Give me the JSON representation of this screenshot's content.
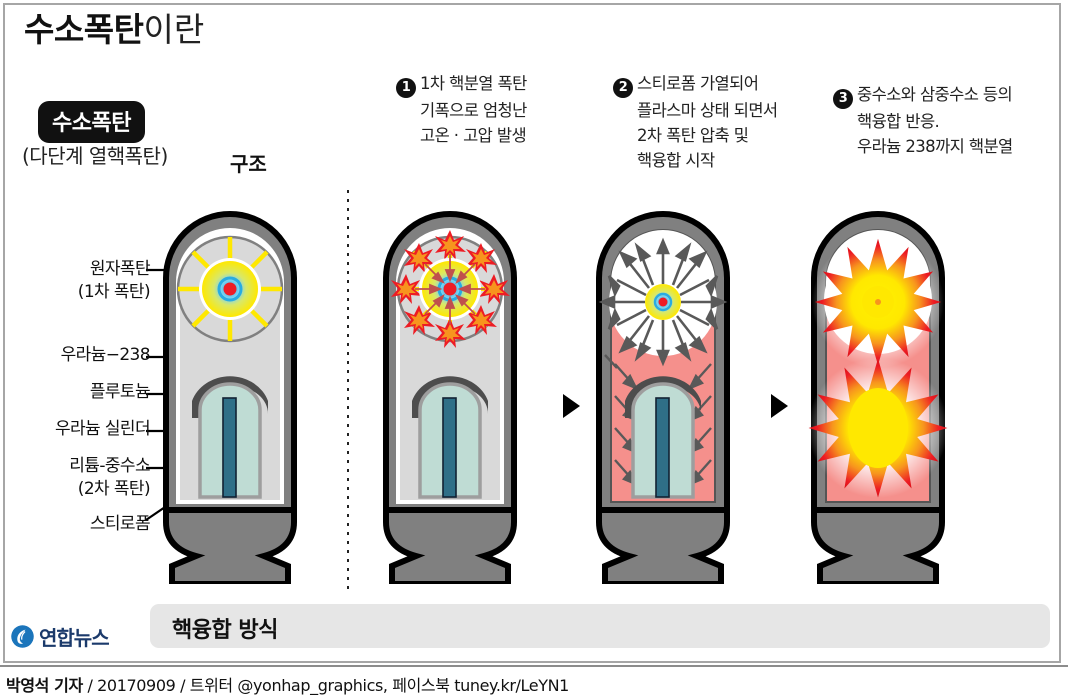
{
  "header": {
    "title_bold": "수소폭탄",
    "title_rest": "이란"
  },
  "legend": {
    "badge": "수소폭탄",
    "subtitle": "(다단계 열핵폭탄)",
    "structure_label": "구조"
  },
  "steps": [
    {
      "number": "1",
      "lines": [
        "1차 핵분열 폭탄",
        "기폭으로 엄청난",
        "고온 · 고압 발생"
      ]
    },
    {
      "number": "2",
      "lines": [
        "스티로폼 가열되어",
        "플라스마 상태 되면서",
        "2차 폭탄 압축 및",
        "핵융합 시작"
      ]
    },
    {
      "number": "3",
      "lines": [
        "중수소와 삼중수소 등의",
        "핵융합 반응.",
        "우라늄 238까지 핵분열"
      ]
    }
  ],
  "callouts": [
    {
      "id": "atomic",
      "lines": [
        "원자폭탄",
        "(1차 폭탄)"
      ]
    },
    {
      "id": "u238",
      "lines": [
        "우라늄−238"
      ]
    },
    {
      "id": "pu",
      "lines": [
        "플루토늄"
      ]
    },
    {
      "id": "ucyl",
      "lines": [
        "우라늄 실린더"
      ]
    },
    {
      "id": "li",
      "lines": [
        "리튬-중수소",
        "(2차 폭탄)"
      ]
    },
    {
      "id": "styro",
      "lines": [
        "스티로폼"
      ]
    }
  ],
  "banner": {
    "label": "핵융합 방식"
  },
  "brand": {
    "name": "연합뉴스"
  },
  "credit": {
    "reporter": "박영석 기자",
    "rest": " / 20170909 / 트위터 @yonhap_graphics, 페이스북 tuney.kr/LeYN1"
  },
  "separators": {
    "arrow_glyph": "▶"
  },
  "colors": {
    "casing_outline": "#000000",
    "casing_gray": "#808080",
    "interior_light": "#d9d9d9",
    "plasma_pink": "#f5908c",
    "tamper_dark_gray": "#4d4d4d",
    "lithium_teal": "#bfdcd4",
    "rod_blue": "#2f6f87",
    "core_red": "#ee1c25",
    "core_cyan": "#29abe2",
    "glow_yellow": "#ffe800",
    "burst_orange": "#f7941e",
    "burst_red": "#ed1c24",
    "badge_black": "#111111",
    "banner_gray": "#e6e6e6",
    "logo_blue": "#1b75bb",
    "logo_navy": "#1b3a6b"
  }
}
